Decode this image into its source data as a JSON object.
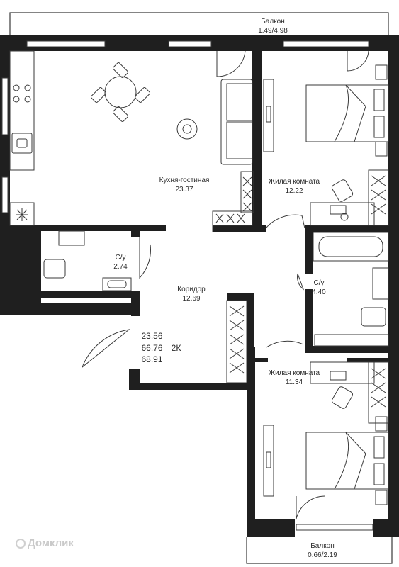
{
  "rooms": {
    "balcony_top": {
      "name": "Балкон",
      "area": "1.49/4.98"
    },
    "kitchen_living": {
      "name": "Кухня-гостиная",
      "area": "23.37"
    },
    "bedroom_1": {
      "name": "Жилая комната",
      "area": "12.22"
    },
    "bathroom_1": {
      "name": "С/у",
      "area": "2.74"
    },
    "corridor": {
      "name": "Коридор",
      "area": "12.69"
    },
    "bathroom_2": {
      "name": "С/у",
      "area": "4.40"
    },
    "bedroom_2": {
      "name": "Жилая комната",
      "area": "11.34"
    },
    "balcony_bottom": {
      "name": "Балкон",
      "area": "0.66/2.19"
    }
  },
  "area_summary": {
    "living": "23.56",
    "total": "66.76",
    "total_with_balcony": "68.91",
    "type": "2К"
  },
  "watermark": "Домклик",
  "colors": {
    "wall": "#1f1f1f",
    "line": "#3a3a3a",
    "background": "#ffffff"
  }
}
